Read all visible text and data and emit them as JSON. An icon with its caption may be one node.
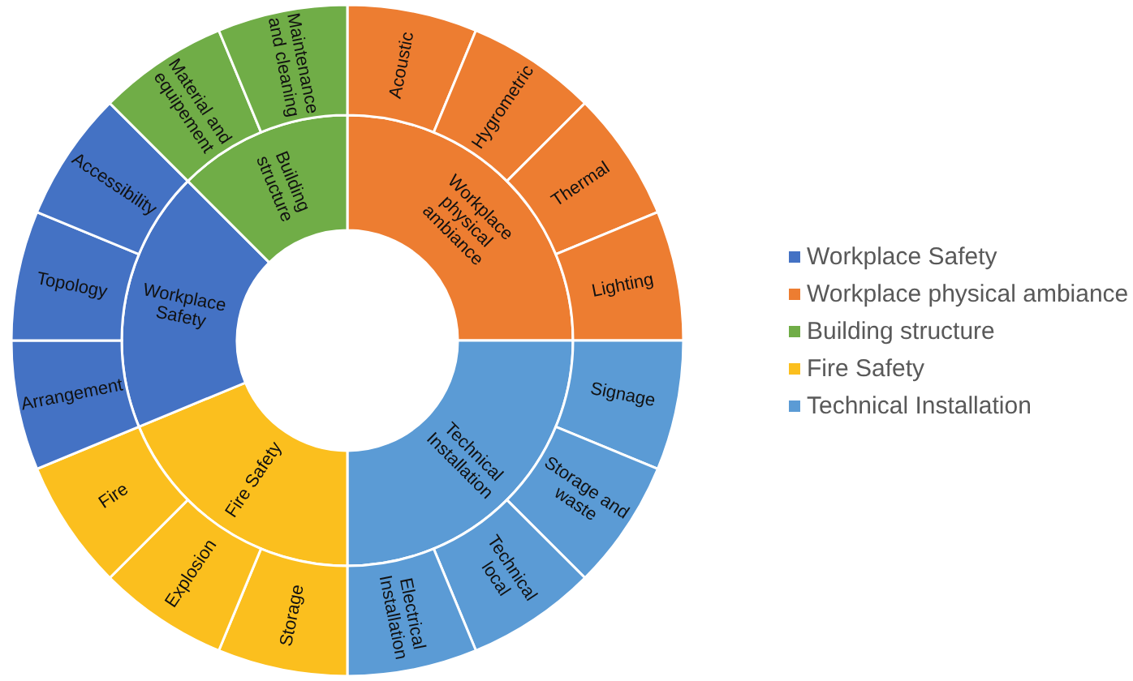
{
  "diagram": {
    "nodes": [
      {
        "text": [
          "Workplace physical ambiance"
        ]
      },
      {
        "text": [
          "Technical Installation"
        ]
      },
      {
        "text": [
          "Fire Safety"
        ]
      },
      {
        "text": [
          "Workplace Safety"
        ]
      },
      {
        "text": [
          "Building structure"
        ]
      },
      {
        "text": [
          "Acoustic"
        ]
      },
      {
        "text": [
          "Hygrometric"
        ]
      },
      {
        "text": [
          "Thermal"
        ]
      },
      {
        "text": [
          "Lighting"
        ]
      },
      {
        "text": [
          "Signage"
        ]
      },
      {
        "text": [
          "Storage and waste"
        ]
      },
      {
        "text": [
          "Technical local"
        ]
      },
      {
        "text": [
          "Electrical Installation"
        ]
      },
      {
        "text": [
          "Storage"
        ]
      },
      {
        "text": [
          "Explosion"
        ]
      },
      {
        "text": [
          "Fire"
        ]
      },
      {
        "text": [
          "Arrangement"
        ]
      },
      {
        "text": [
          "Topology"
        ]
      },
      {
        "text": [
          "Accessibility"
        ]
      },
      {
        "text": [
          "Material and equipement"
        ]
      },
      {
        "text": [
          "Maintenance and cleaning"
        ]
      }
    ],
    "legend": [
      {
        "text": "Workplace Safety",
        "color": "#4472c4"
      },
      {
        "text": "Workplace physical ambiance",
        "color": "#ed7d31"
      },
      {
        "text": "Building structure",
        "color": "#70ad47"
      },
      {
        "text": "Fire Safety",
        "color": "#fbbf1e"
      },
      {
        "text": "Technical Installation",
        "color": "#5b9bd5"
      }
    ]
  }
}
